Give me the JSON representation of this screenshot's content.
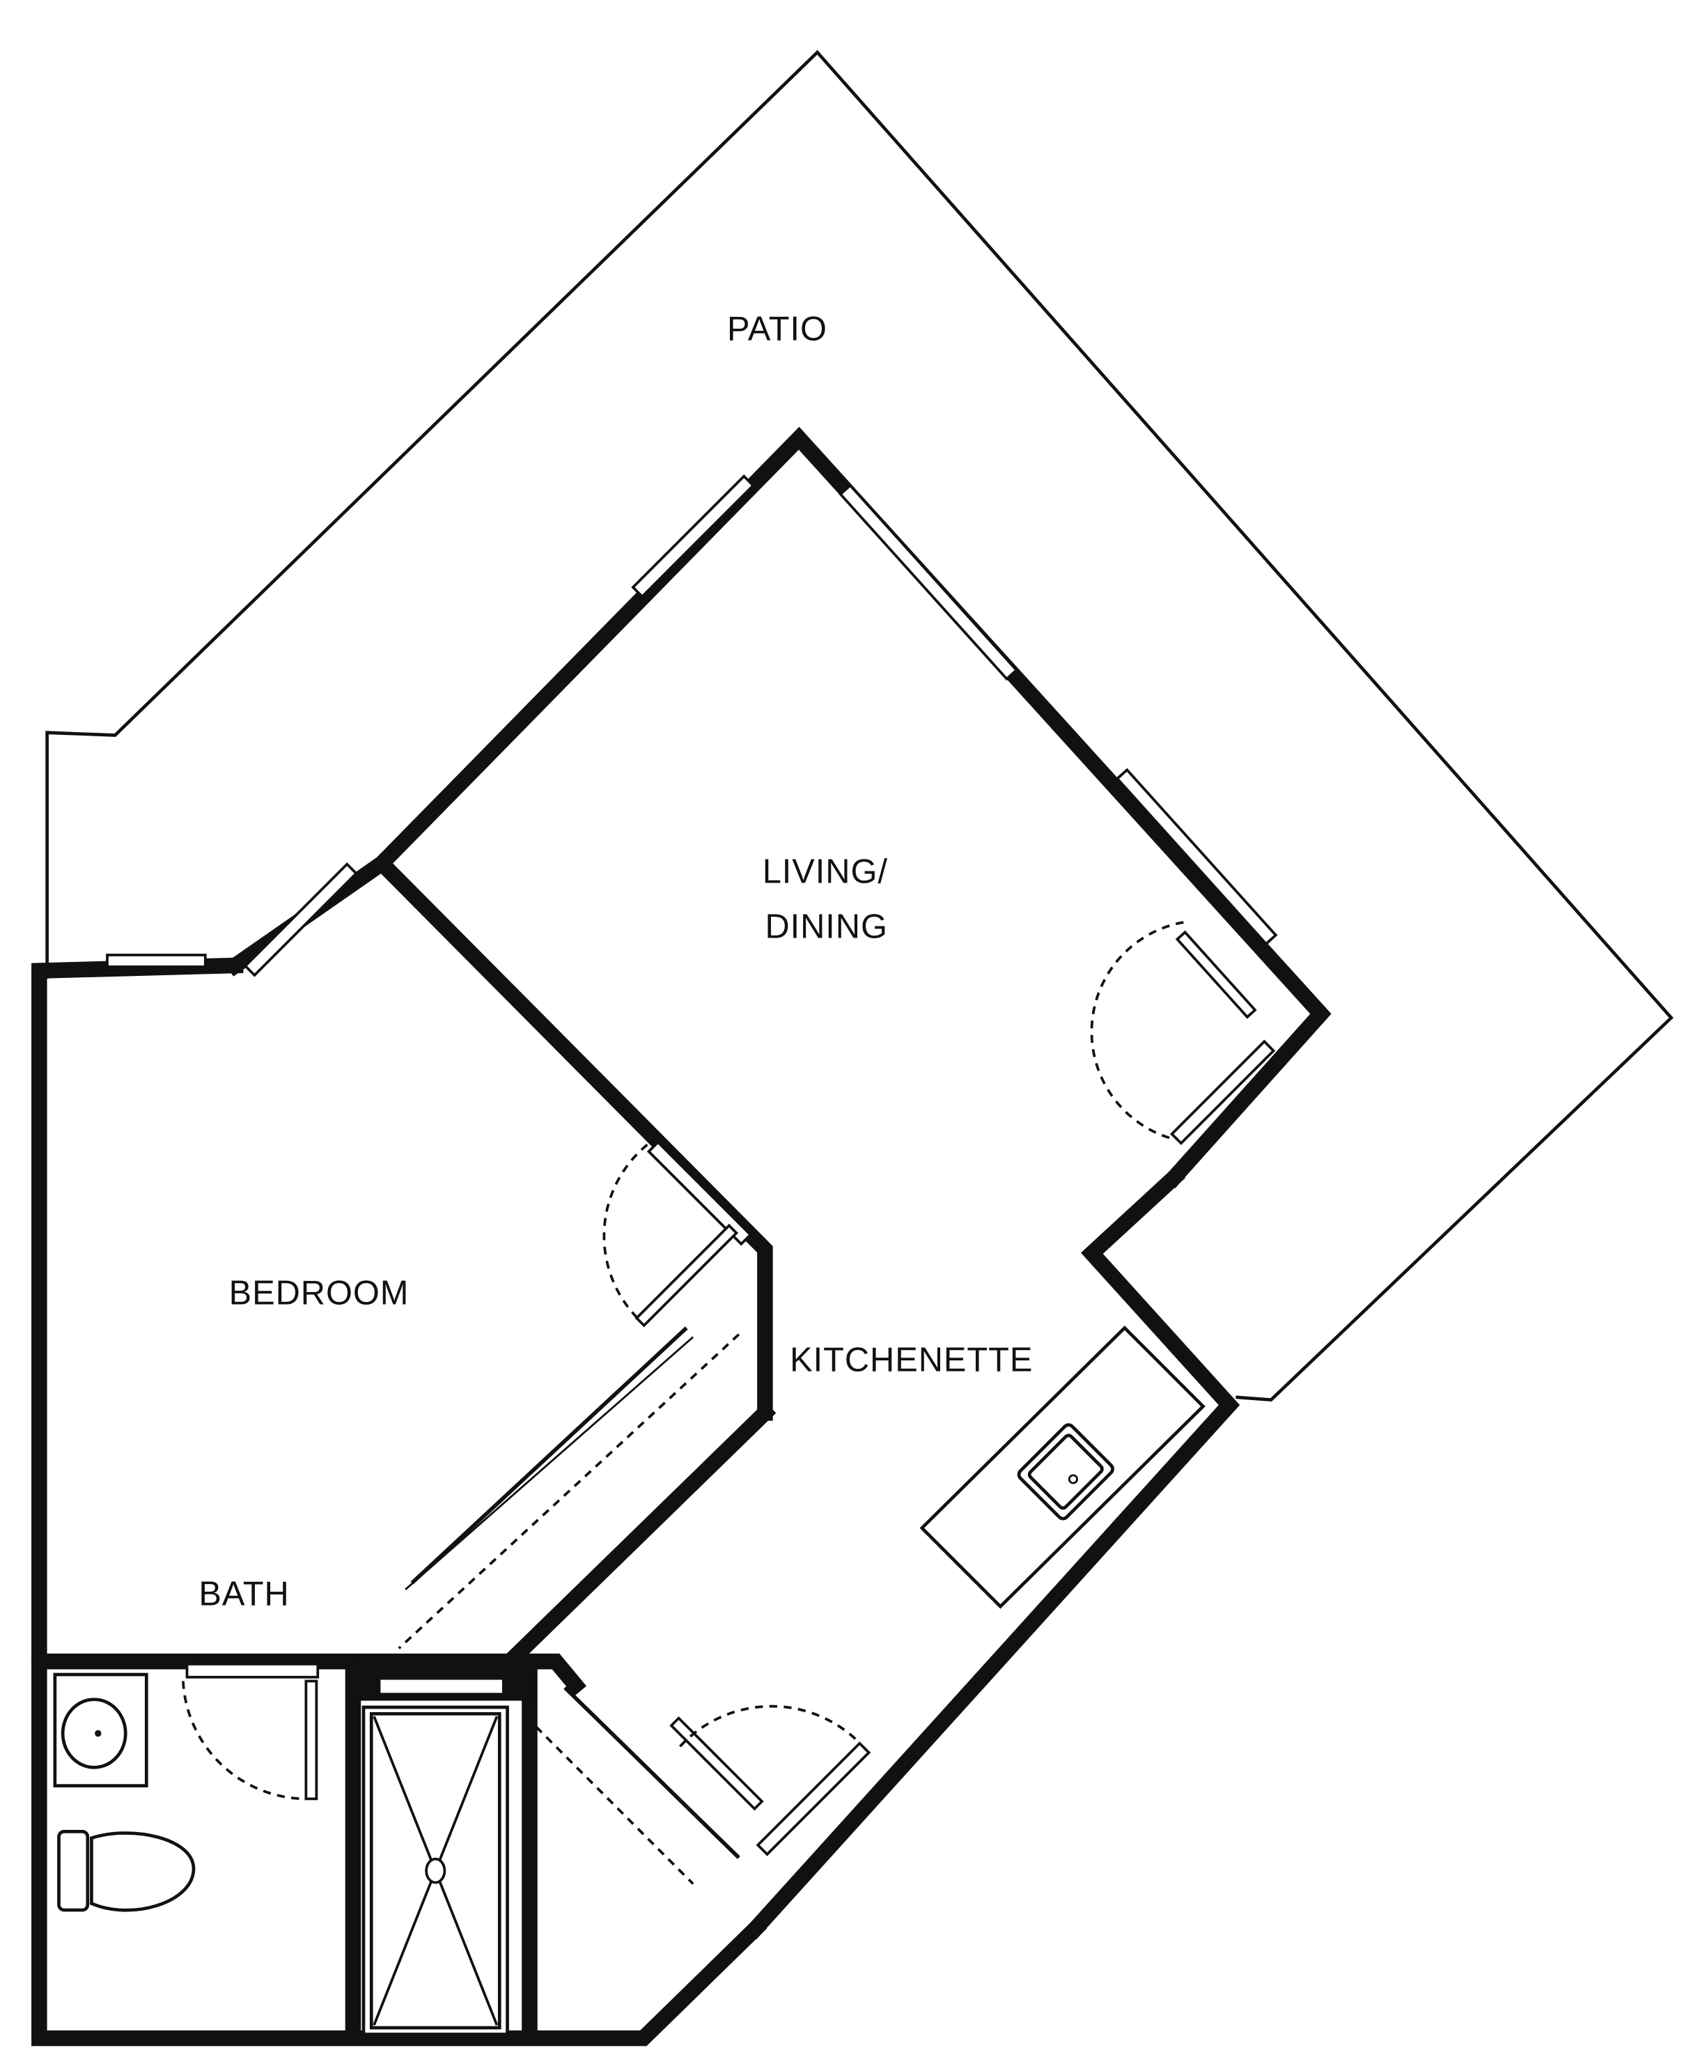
{
  "floorplan": {
    "rooms": [
      {
        "id": "patio",
        "label": "PATIO"
      },
      {
        "id": "living",
        "label_line1": "LIVING/",
        "label_line2": "DINING"
      },
      {
        "id": "bedroom",
        "label": "BEDROOM"
      },
      {
        "id": "kitchenette",
        "label": "KITCHENETTE"
      },
      {
        "id": "bath",
        "label": "BATH"
      }
    ],
    "fixtures": [
      "kitchen-sink",
      "bath-sink",
      "toilet",
      "shower"
    ],
    "colors": {
      "ink": "#111111",
      "background": "#ffffff"
    }
  }
}
